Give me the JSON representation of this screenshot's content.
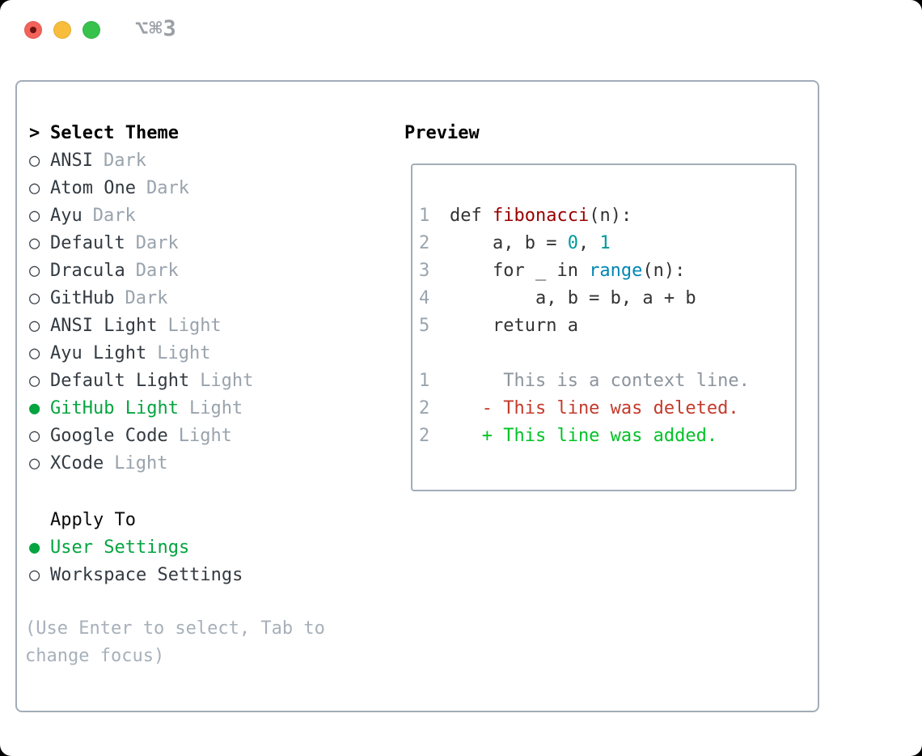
{
  "titlebar": {
    "shortcut_label": "⌥⌘3",
    "traffic_lights": {
      "close_color": "#f3635b",
      "close_dot_color": "#6d1410",
      "minimize_color": "#f7bd3b",
      "zoom_color": "#36c24b"
    }
  },
  "theme_picker": {
    "header_prefix": ">",
    "header_label": "Select Theme",
    "items": [
      {
        "name": "ANSI",
        "variant": "Dark",
        "selected": false
      },
      {
        "name": "Atom One",
        "variant": "Dark",
        "selected": false
      },
      {
        "name": "Ayu",
        "variant": "Dark",
        "selected": false
      },
      {
        "name": "Default",
        "variant": "Dark",
        "selected": false
      },
      {
        "name": "Dracula",
        "variant": "Dark",
        "selected": false
      },
      {
        "name": "GitHub",
        "variant": "Dark",
        "selected": false
      },
      {
        "name": "ANSI Light",
        "variant": "Light",
        "selected": false
      },
      {
        "name": "Ayu Light",
        "variant": "Light",
        "selected": false
      },
      {
        "name": "Default Light",
        "variant": "Light",
        "selected": false
      },
      {
        "name": "GitHub Light",
        "variant": "Light",
        "selected": true
      },
      {
        "name": "Google Code",
        "variant": "Light",
        "selected": false
      },
      {
        "name": "XCode",
        "variant": "Light",
        "selected": false
      }
    ],
    "bullet_unselected": "○",
    "bullet_selected": "●"
  },
  "apply_to": {
    "header": "Apply To",
    "options": [
      {
        "label": "User Settings",
        "selected": true
      },
      {
        "label": "Workspace Settings",
        "selected": false
      }
    ]
  },
  "hint": {
    "lines": [
      "(Use Enter to select, Tab to",
      "change focus)"
    ]
  },
  "preview": {
    "title": "Preview",
    "lines": [
      {
        "num": "1",
        "segments": [
          {
            "type": "plain",
            "text": "def "
          },
          {
            "type": "title",
            "text": "fibonacci"
          },
          {
            "type": "plain",
            "text": "(n):"
          }
        ]
      },
      {
        "num": "2",
        "segments": [
          {
            "type": "plain",
            "text": "    a, b = "
          },
          {
            "type": "number",
            "text": "0"
          },
          {
            "type": "plain",
            "text": ", "
          },
          {
            "type": "number",
            "text": "1"
          }
        ]
      },
      {
        "num": "3",
        "segments": [
          {
            "type": "plain",
            "text": "    for _ in "
          },
          {
            "type": "builtin",
            "text": "range"
          },
          {
            "type": "plain",
            "text": "(n):"
          }
        ]
      },
      {
        "num": "4",
        "segments": [
          {
            "type": "plain",
            "text": "        a, b = b, a + b"
          }
        ]
      },
      {
        "num": "5",
        "segments": [
          {
            "type": "plain",
            "text": "    return a"
          }
        ]
      },
      {
        "num": "",
        "segments": []
      },
      {
        "num": "1",
        "segments": [
          {
            "type": "context",
            "text": "     This is a context line."
          }
        ]
      },
      {
        "num": "2",
        "segments": [
          {
            "type": "deletion",
            "text": "   - This line was deleted."
          }
        ]
      },
      {
        "num": "2",
        "segments": [
          {
            "type": "addition",
            "text": "   + This line was added."
          }
        ]
      }
    ]
  },
  "colors": {
    "selected_green": "#04a440",
    "addition_green": "#00c226",
    "deletion_red": "#c43a2b",
    "syntax_title_red": "#990000",
    "syntax_number_teal": "#009999",
    "syntax_builtin_blue": "#0086b3",
    "border_gray": "#a3adb8",
    "muted_tag_gray": "#99a3ad",
    "hint_gray": "#a7b0ba"
  }
}
